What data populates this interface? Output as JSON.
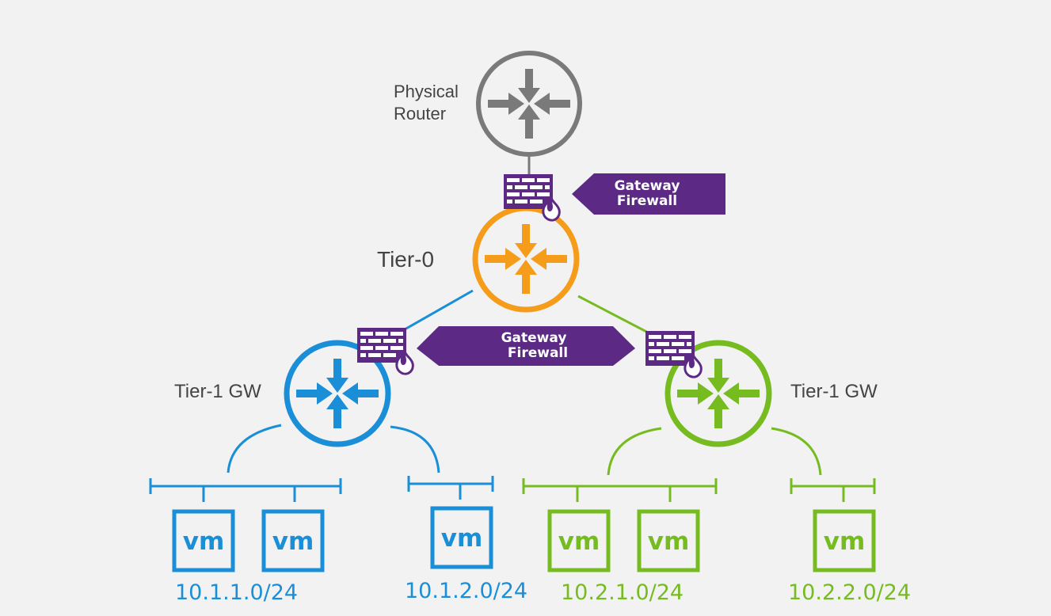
{
  "colors": {
    "background": "#f2f2f2",
    "physical": "#7a7a7a",
    "tier0": "#f59c1a",
    "tier1_left": "#1a8fd8",
    "tier1_right": "#76bc21",
    "firewall": "#5c2a84"
  },
  "labels": {
    "physical_router": "Physical\nRouter",
    "tier0": "Tier-0",
    "tier1_left": "Tier-1 GW",
    "tier1_right": "Tier-1 GW"
  },
  "firewall_callouts": {
    "top": {
      "line1": "Gateway",
      "line2": "Firewall"
    },
    "middle": {
      "line1": "Gateway",
      "line2": "Firewall"
    }
  },
  "vm_label": "vm",
  "subnets": {
    "left_a": "10.1.1.0/24",
    "left_b": "10.1.2.0/24",
    "right_a": "10.2.1.0/24",
    "right_b": "10.2.2.0/24"
  },
  "icons": [
    "router-icon",
    "firewall-icon",
    "vm-icon"
  ]
}
